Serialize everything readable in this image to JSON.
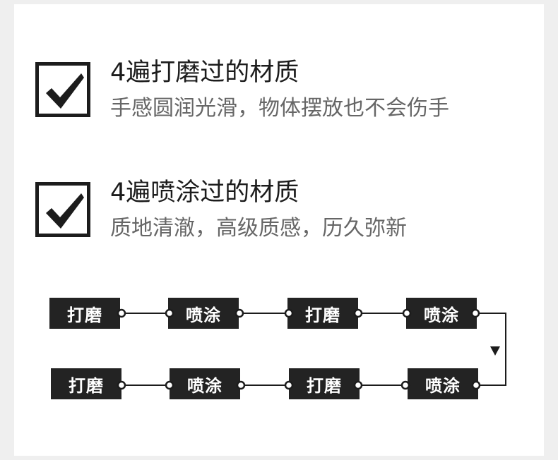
{
  "features": [
    {
      "title": "4遍打磨过的材质",
      "subtitle": "手感圆润光滑，物体摆放也不会伤手"
    },
    {
      "title": "4遍喷涂过的材质",
      "subtitle": "质地清澈，高级质感，历久弥新"
    }
  ],
  "process_row1": [
    "打磨",
    "喷涂",
    "打磨",
    "喷涂"
  ],
  "process_row2": [
    "打磨",
    "喷涂",
    "打磨",
    "喷涂"
  ],
  "icons": {
    "check": "check-icon",
    "arrow": "arrow-down-icon"
  },
  "colors": {
    "dark": "#232323",
    "text": "#1c1c1c",
    "subtext": "#666666"
  }
}
